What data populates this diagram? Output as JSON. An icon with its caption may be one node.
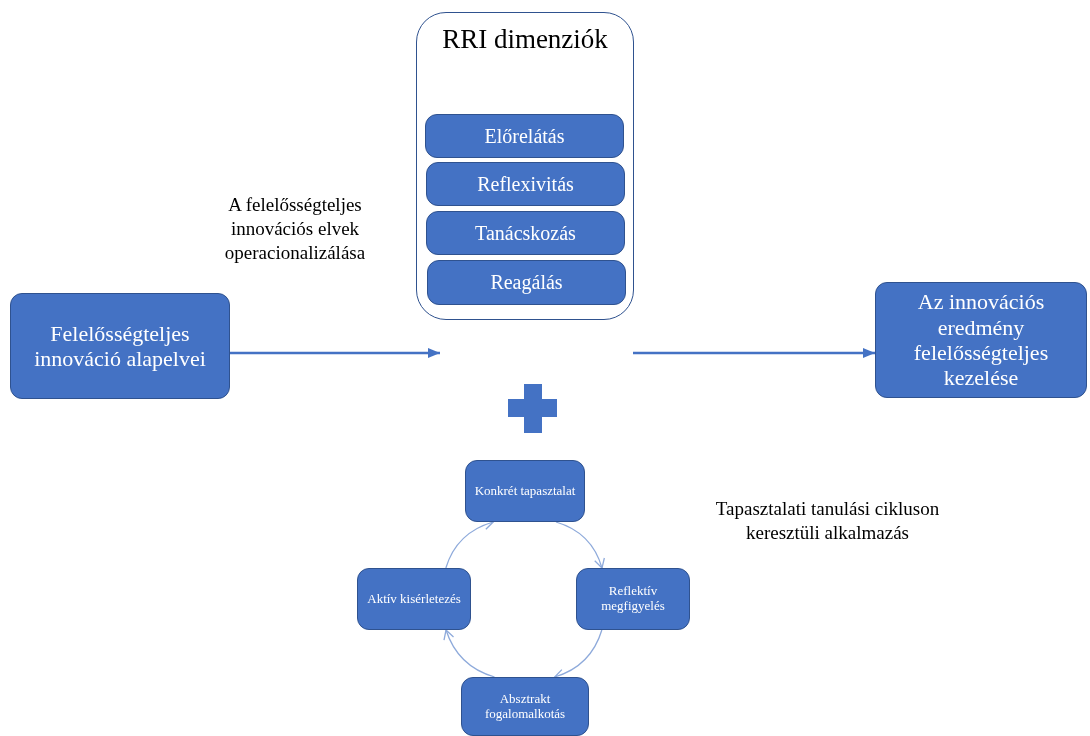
{
  "diagram": {
    "nodes": [
      {
        "text": [
          "Felelősségteljes innováció alapelvei"
        ]
      },
      {
        "text": [
          "RRI dimenziók"
        ]
      },
      {
        "text": [
          "Előrelátás"
        ],
        "in": 1
      },
      {
        "text": [
          "Reflexivitás"
        ],
        "in": 1
      },
      {
        "text": [
          "Tanácskozás"
        ],
        "in": 1
      },
      {
        "text": [
          "Reagálás"
        ],
        "in": 1
      },
      {
        "text": [
          "Az innovációs eredmény felelősségteljes kezelése"
        ]
      },
      {
        "text": [
          "Konkrét tapasztalat"
        ]
      },
      {
        "text": [
          "Reflektív megfigyelés"
        ]
      },
      {
        "text": [
          "Absztrakt fogalomalkotás"
        ]
      },
      {
        "text": [
          "Aktív kisérletezés"
        ]
      }
    ],
    "edges": [
      {
        "from": 0,
        "to": null,
        "arrow": "to"
      },
      {
        "from": null,
        "to": 6,
        "arrow": "to"
      },
      {
        "from": 7,
        "to": 8,
        "arrow": "to",
        "color": "#8eaadb"
      },
      {
        "from": 8,
        "to": 9,
        "arrow": "to",
        "color": "#8eaadb"
      },
      {
        "from": 9,
        "to": 10,
        "arrow": "to",
        "color": "#8eaadb"
      },
      {
        "from": 10,
        "to": 7,
        "arrow": "to",
        "color": "#8eaadb"
      }
    ],
    "labels": [
      "A felelősségteljes innovációs elvek operacionalizálása",
      "Tapasztalati tanulási cikluson keresztüli alkalmazás"
    ]
  }
}
